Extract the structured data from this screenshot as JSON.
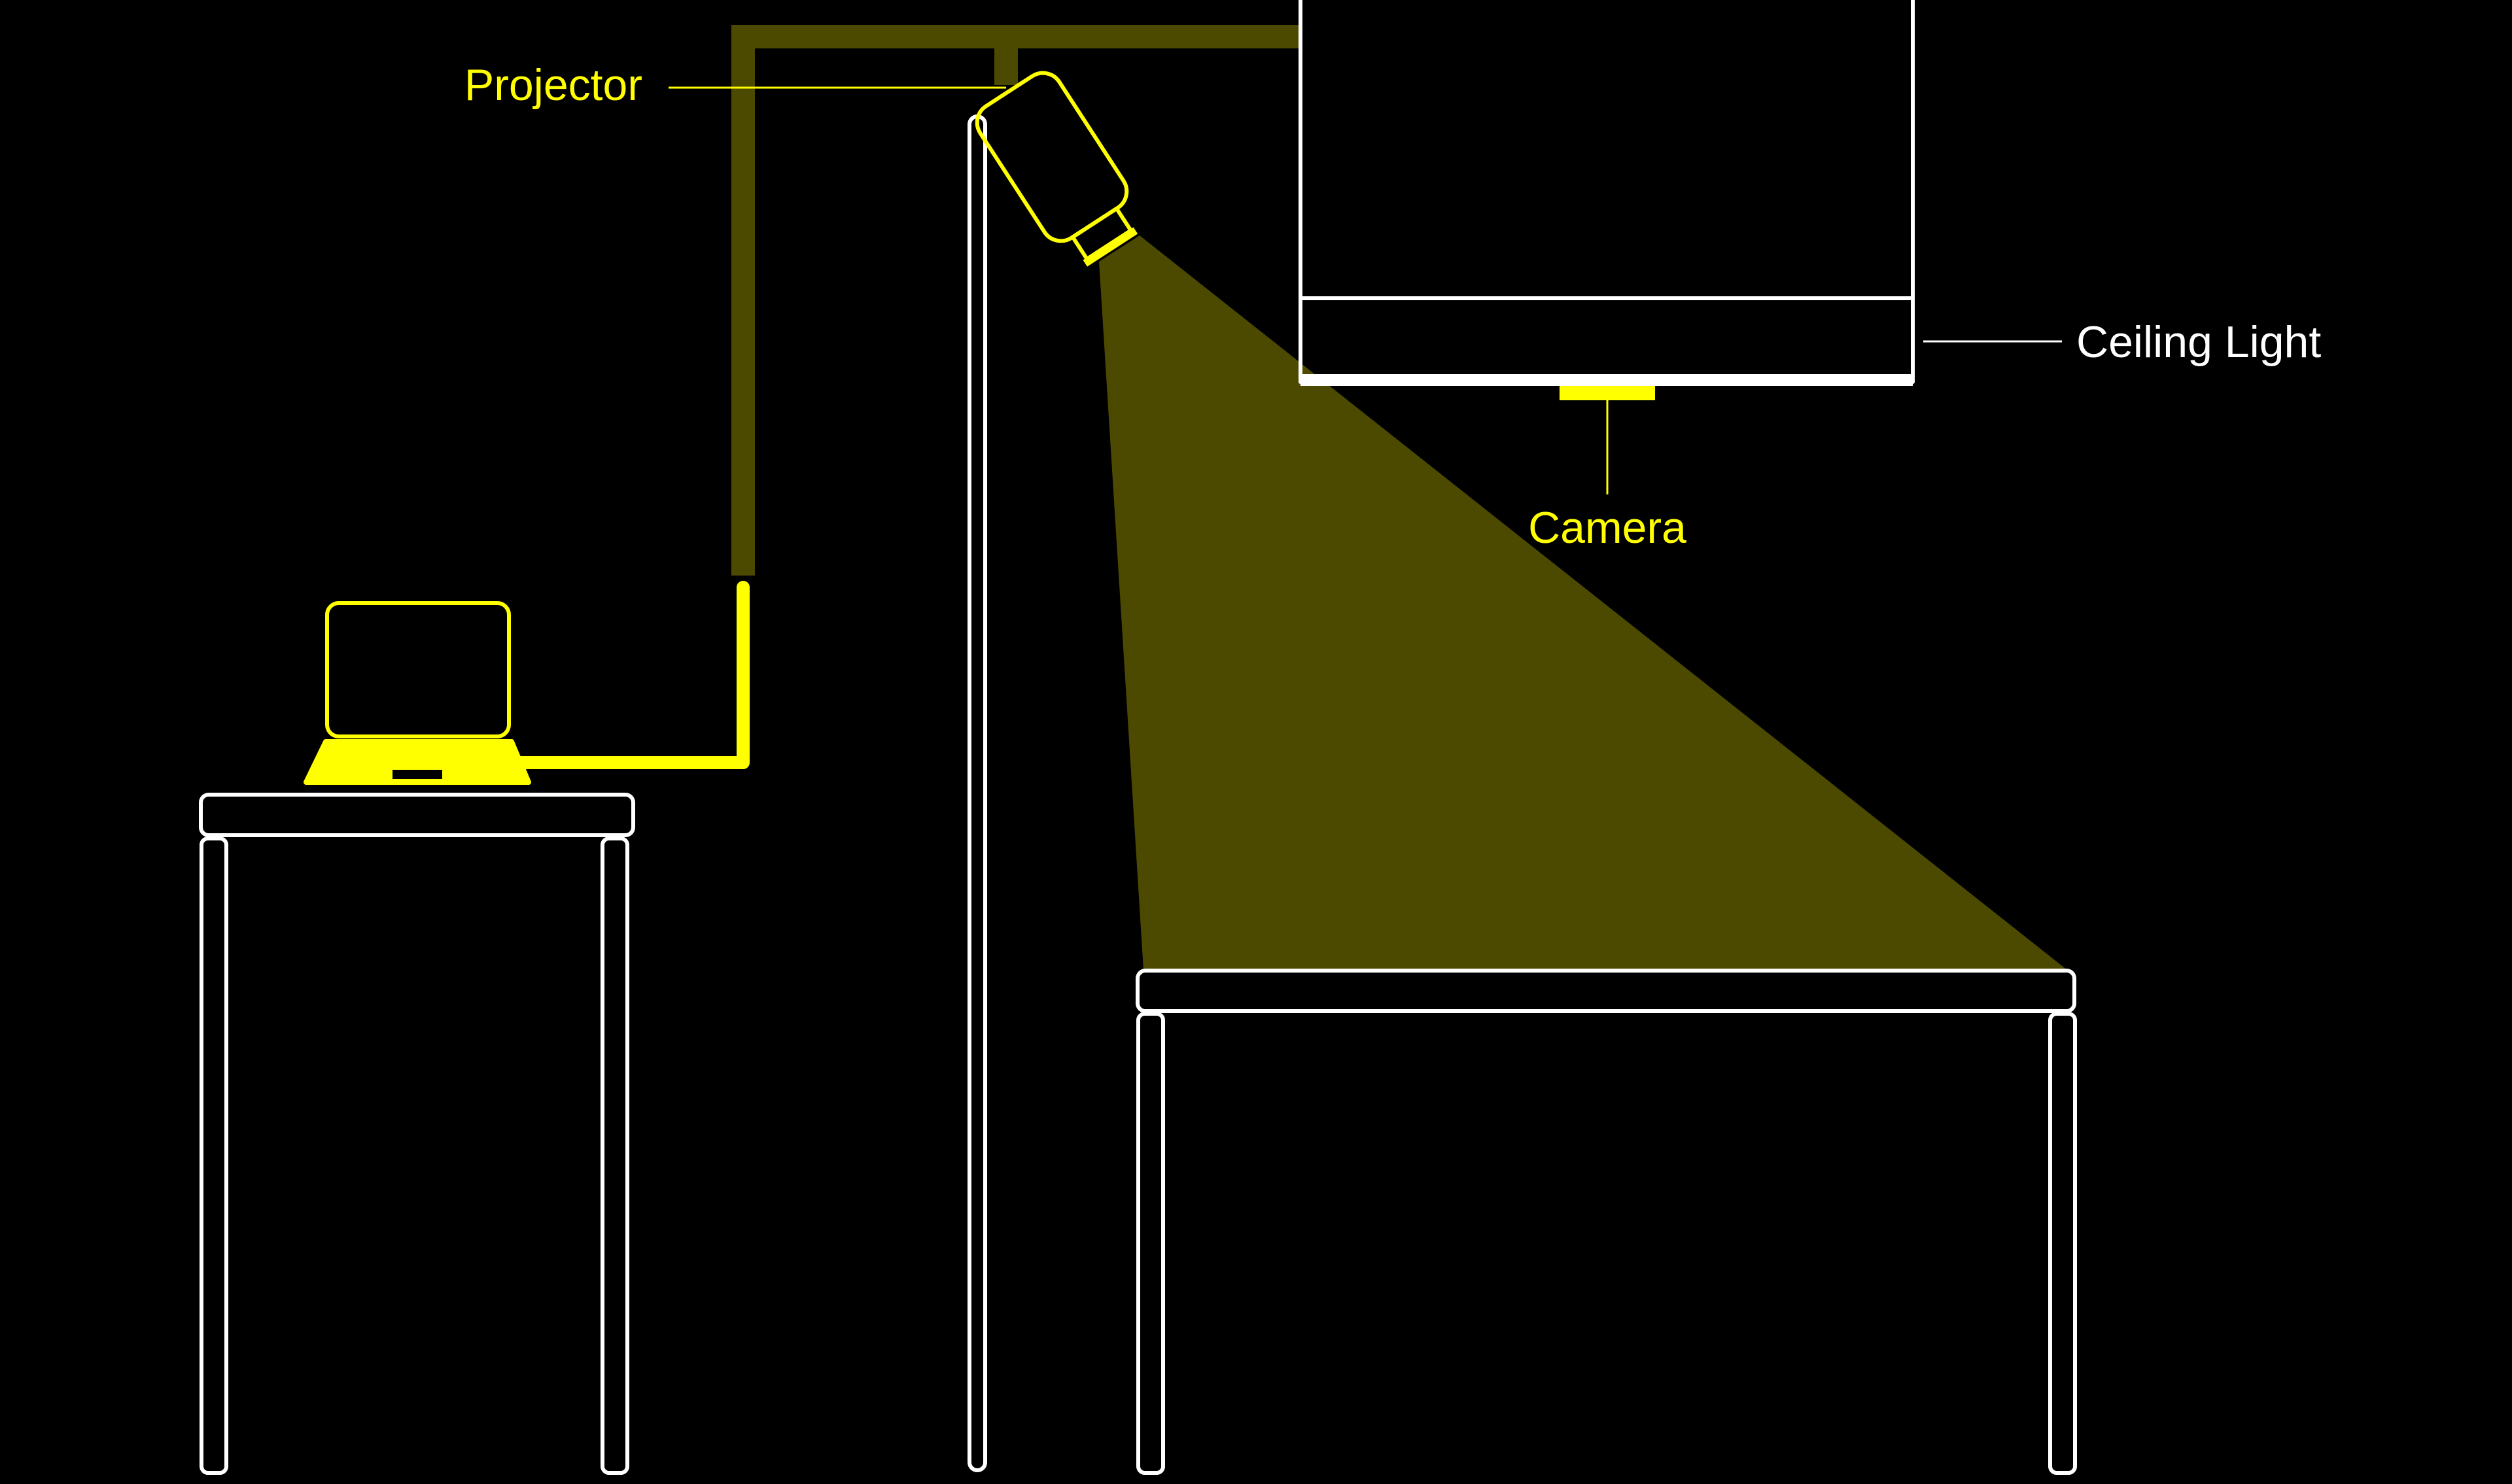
{
  "labels": {
    "projector": "Projector",
    "ceiling_light": "Ceiling Light",
    "camera": "Camera"
  },
  "colors": {
    "background": "#000000",
    "outline": "#ffffff",
    "accent": "#ffff00",
    "cable_dim": "#4c4a00",
    "beam": "#4c4a00"
  }
}
